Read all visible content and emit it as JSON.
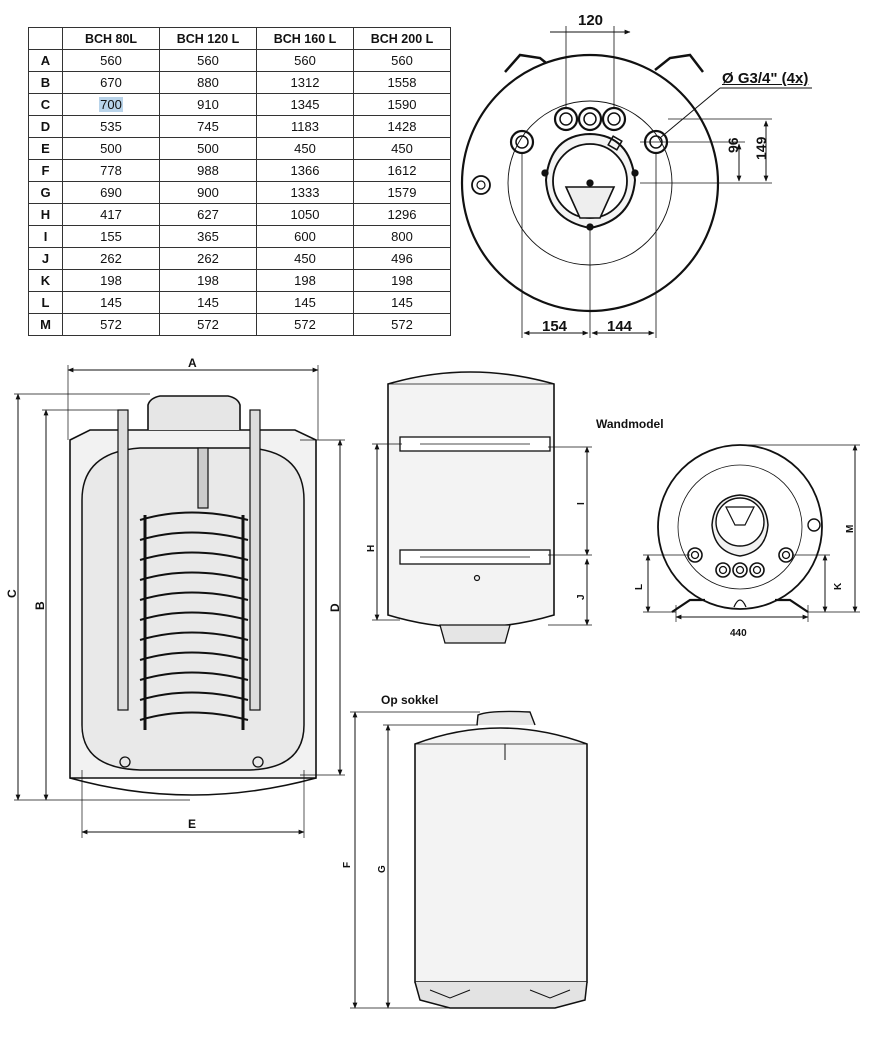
{
  "table": {
    "corner": "",
    "headers": [
      "BCH 80L",
      "BCH 120 L",
      "BCH 160 L",
      "BCH 200 L"
    ],
    "rows": [
      {
        "label": "A",
        "values": [
          "560",
          "560",
          "560",
          "560"
        ]
      },
      {
        "label": "B",
        "values": [
          "670",
          "880",
          "1312",
          "1558"
        ]
      },
      {
        "label": "C",
        "values": [
          "700",
          "910",
          "1345",
          "1590"
        ]
      },
      {
        "label": "D",
        "values": [
          "535",
          "745",
          "1183",
          "1428"
        ]
      },
      {
        "label": "E",
        "values": [
          "500",
          "500",
          "450",
          "450"
        ]
      },
      {
        "label": "F",
        "values": [
          "778",
          "988",
          "1366",
          "1612"
        ]
      },
      {
        "label": "G",
        "values": [
          "690",
          "900",
          "1333",
          "1579"
        ]
      },
      {
        "label": "H",
        "values": [
          "417",
          "627",
          "1050",
          "1296"
        ]
      },
      {
        "label": "I",
        "values": [
          "155",
          "365",
          "600",
          "800"
        ]
      },
      {
        "label": "J",
        "values": [
          "262",
          "262",
          "450",
          "496"
        ]
      },
      {
        "label": "K",
        "values": [
          "198",
          "198",
          "198",
          "198"
        ]
      },
      {
        "label": "L",
        "values": [
          "145",
          "145",
          "145",
          "145"
        ]
      },
      {
        "label": "M",
        "values": [
          "572",
          "572",
          "572",
          "572"
        ]
      }
    ]
  },
  "top_view": {
    "dim_top": "120",
    "dim_connection": "Ø G3/4\" (4x)",
    "dim_right_inner": "96",
    "dim_right_outer": "149",
    "dim_bottom_left": "154",
    "dim_bottom_right": "144"
  },
  "front_view": {
    "dim_a": "A",
    "dim_b": "B",
    "dim_c": "C",
    "dim_d": "D",
    "dim_e": "E"
  },
  "wall_model": {
    "title": "Wandmodel",
    "dim_h": "H",
    "dim_i": "I",
    "dim_j": "J",
    "dim_k": "K",
    "dim_l": "L",
    "dim_m": "M",
    "dim_width": "440"
  },
  "pedestal": {
    "title": "Op sokkel",
    "dim_f": "F",
    "dim_g": "G"
  }
}
